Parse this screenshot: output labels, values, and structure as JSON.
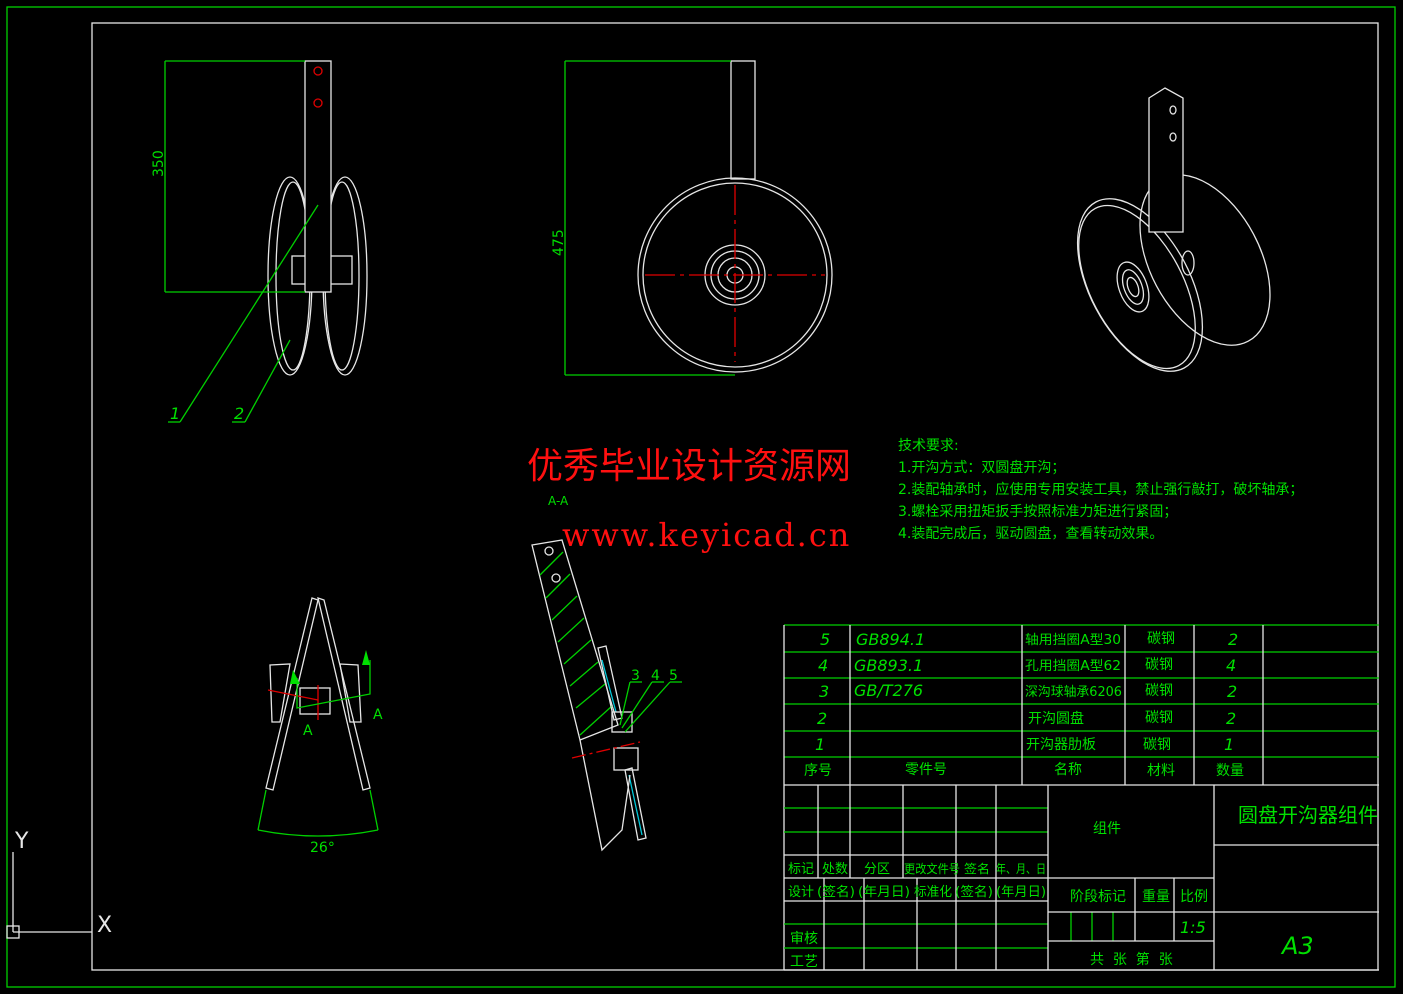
{
  "drawing": {
    "watermark": {
      "line1": "优秀毕业设计资源网",
      "line2": "www.keyicad.cn"
    },
    "dimensions": {
      "height_short": "350",
      "height_long": "475",
      "angle": "26°"
    },
    "balloons": [
      "1",
      "2",
      "3",
      "4",
      "5"
    ],
    "section_labels": {
      "left": "A",
      "right": "A",
      "title": "A-A"
    },
    "ucs": {
      "x": "X",
      "y": "Y"
    },
    "colors": {
      "background": "#000000",
      "frame": "#00d000",
      "geometry": "#e6e6e6",
      "centerline": "#e00000",
      "hatch": "#00c8d8",
      "watermark": "#ff1010"
    }
  },
  "tech_requirements": {
    "title": "技术要求:",
    "items": [
      "1.开沟方式：双圆盘开沟；",
      "2.装配轴承时，应使用专用安装工具，禁止强行敲打，破坏轴承；",
      "3.螺栓采用扭矩扳手按照标准力矩进行紧固；",
      "4.装配完成后，驱动圆盘，查看转动效果。"
    ]
  },
  "parts_list": {
    "headers": [
      "序号",
      "零件号",
      "名称",
      "材料",
      "数量"
    ],
    "rows": [
      [
        "5",
        "GB894.1",
        "轴用挡圈A型30",
        "碳钢",
        "2"
      ],
      [
        "4",
        "GB893.1",
        "孔用挡圈A型62",
        "碳钢",
        "4"
      ],
      [
        "3",
        "GB/T276",
        "深沟球轴承6206",
        "碳钢",
        "2"
      ],
      [
        "2",
        "",
        "开沟圆盘",
        "碳钢",
        "2"
      ],
      [
        "1",
        "",
        "开沟器肋板",
        "碳钢",
        "1"
      ]
    ]
  },
  "title_block": {
    "revision_headers": [
      "标记",
      "处数",
      "分区",
      "更改文件号",
      "签名",
      "年、月、日"
    ],
    "sign_row": [
      "设计",
      "(签名)",
      "(年月日)",
      "标准化",
      "(签名)",
      "(年月日)"
    ],
    "review": "审核",
    "process": "工艺",
    "material": "组件",
    "drawing_name": "圆盘开沟器组件",
    "stage_mark": "阶段标记",
    "weight": "重量",
    "scale_label": "比例",
    "scale": "1:5",
    "sheets": "共  张  第  张",
    "sheet_size": "A3"
  }
}
